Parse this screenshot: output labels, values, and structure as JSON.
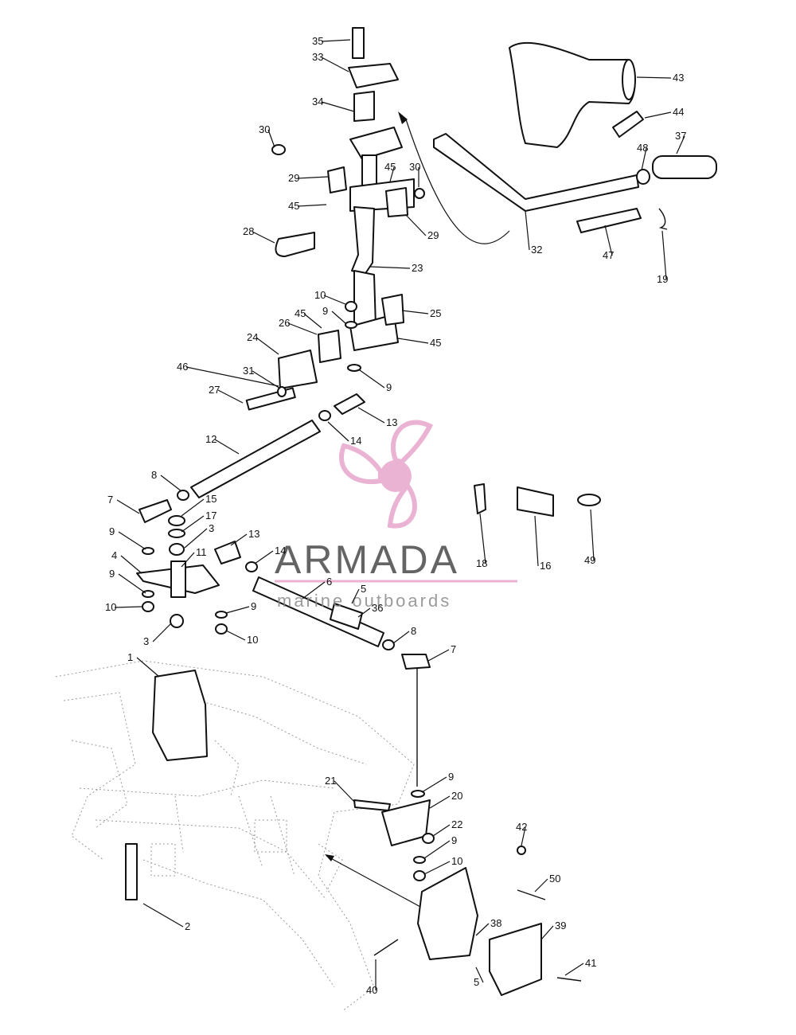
{
  "labels": [
    {
      "text": "35"
    },
    {
      "text": "33"
    },
    {
      "text": "43"
    },
    {
      "text": "34"
    },
    {
      "text": "44"
    },
    {
      "text": "30"
    },
    {
      "text": "37"
    },
    {
      "text": "48"
    },
    {
      "text": "45"
    },
    {
      "text": "30"
    },
    {
      "text": "29"
    },
    {
      "text": "45"
    },
    {
      "text": "29"
    },
    {
      "text": "28"
    },
    {
      "text": "32"
    },
    {
      "text": "47"
    },
    {
      "text": "19"
    },
    {
      "text": "23"
    },
    {
      "text": "10"
    },
    {
      "text": "9"
    },
    {
      "text": "25"
    },
    {
      "text": "45"
    },
    {
      "text": "26"
    },
    {
      "text": "45"
    },
    {
      "text": "24"
    },
    {
      "text": "46"
    },
    {
      "text": "31"
    },
    {
      "text": "27"
    },
    {
      "text": "9"
    },
    {
      "text": "13"
    },
    {
      "text": "12"
    },
    {
      "text": "14"
    },
    {
      "text": "8"
    },
    {
      "text": "7"
    },
    {
      "text": "15"
    },
    {
      "text": "17"
    },
    {
      "text": "9"
    },
    {
      "text": "3"
    },
    {
      "text": "13"
    },
    {
      "text": "4"
    },
    {
      "text": "11"
    },
    {
      "text": "14"
    },
    {
      "text": "18"
    },
    {
      "text": "16"
    },
    {
      "text": "49"
    },
    {
      "text": "9"
    },
    {
      "text": "6"
    },
    {
      "text": "5"
    },
    {
      "text": "10"
    },
    {
      "text": "9"
    },
    {
      "text": "36"
    },
    {
      "text": "3"
    },
    {
      "text": "10"
    },
    {
      "text": "8"
    },
    {
      "text": "7"
    },
    {
      "text": "1"
    },
    {
      "text": "9"
    },
    {
      "text": "21"
    },
    {
      "text": "20"
    },
    {
      "text": "22"
    },
    {
      "text": "42"
    },
    {
      "text": "9"
    },
    {
      "text": "10"
    },
    {
      "text": "50"
    },
    {
      "text": "2"
    },
    {
      "text": "38"
    },
    {
      "text": "39"
    },
    {
      "text": "41"
    },
    {
      "text": "5"
    },
    {
      "text": "40"
    }
  ],
  "watermark": {
    "brand": "ARMADA",
    "tagline": "marine outboards",
    "color": "#e8a6cc"
  }
}
